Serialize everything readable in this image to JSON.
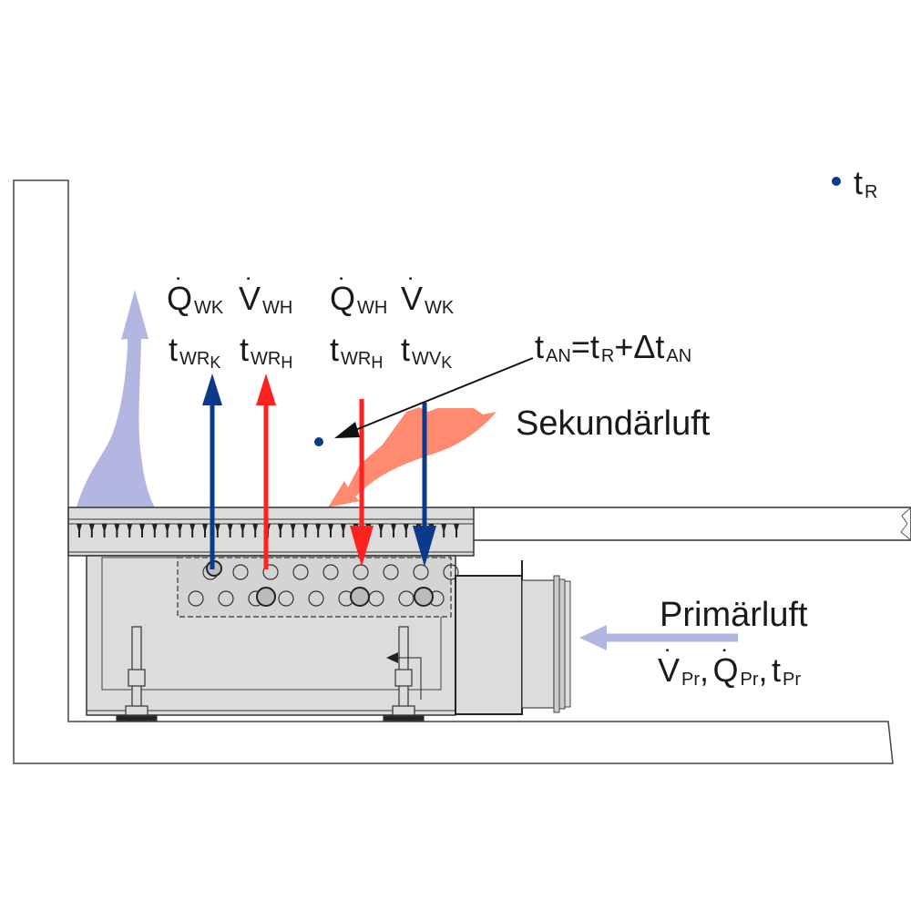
{
  "title": "Unterflurkonvektor mit Primärluftanschluss – Energiebilanz",
  "colors": {
    "cold_water": "#0b3a8c",
    "hot_water": "#ff2020",
    "primary_air": "#b3b6e0",
    "warm_air": "#ff8a70",
    "room_point": "#0b3a8c",
    "housing_fill": "#dcdcdc",
    "outline": "#333333"
  },
  "labels": {
    "room_temp": {
      "base": "t",
      "sub": "R"
    },
    "col1_top": {
      "base": "Q",
      "dot": "˙",
      "sub": "WK"
    },
    "col2_top": {
      "base": "V",
      "dot": "˙",
      "sub": "WH"
    },
    "col3_top": {
      "base": "Q",
      "dot": "˙",
      "sub": "WH"
    },
    "col4_top": {
      "base": "V",
      "dot": "˙",
      "sub": "WK"
    },
    "col1_bottom": {
      "base": "t",
      "sub": "WR",
      "subsub": "K"
    },
    "col2_bottom": {
      "base": "t",
      "sub": "WR",
      "subsub": "H"
    },
    "col3_bottom": {
      "base": "t",
      "sub": "WR",
      "subsub": "H"
    },
    "col4_bottom": {
      "base": "t",
      "sub": "WV",
      "subsub": "K"
    },
    "formula": {
      "lhs_base": "t",
      "lhs_sub": "AN",
      "eq": "=",
      "r1_base": "t",
      "r1_sub": "R",
      "plus": "+",
      "delta": "Δ",
      "r2_base": "t",
      "r2_sub": "AN"
    },
    "secondary_air": "Sekundärluft",
    "primary_air": "Primärluft",
    "primary_params": {
      "v_base": "V",
      "v_sub": "Pr",
      "sep1": ",",
      "q_base": "Q",
      "q_sub": "Pr",
      "sep2": ",",
      "t_base": "t",
      "t_sub": "Pr"
    },
    "dot_glyph": "˙"
  }
}
